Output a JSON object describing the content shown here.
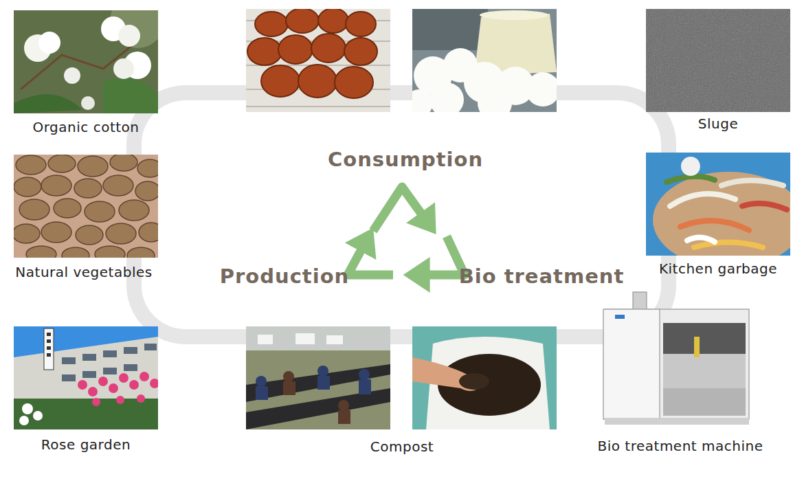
{
  "diagram": {
    "labels": [
      "Organic cotton",
      "Sluge",
      "Consumption",
      "Natural vegetables",
      "Kitchen garbage",
      "Production",
      "Bio treatment",
      "Rose garden",
      "Compost",
      "Bio treatment machine"
    ]
  }
}
